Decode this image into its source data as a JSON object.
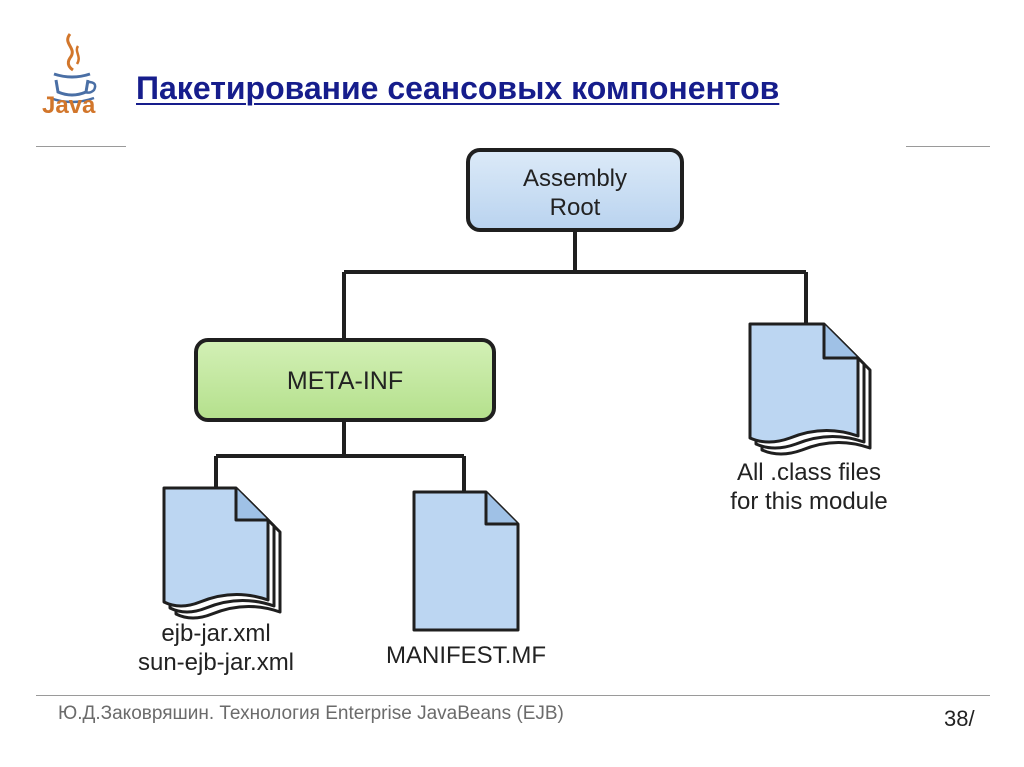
{
  "header": {
    "title": "Пакетирование сеансовых компонентов",
    "logo_text": "Java",
    "logo_icon": "java-coffee-cup-icon"
  },
  "diagram": {
    "root": {
      "line1": "Assembly",
      "line2": "Root"
    },
    "meta_inf": {
      "label": "META-INF"
    },
    "ejb_xml": {
      "line1": "ejb-jar.xml",
      "line2": "sun-ejb-jar.xml"
    },
    "manifest": {
      "label": "MANIFEST.MF"
    },
    "class_files": {
      "line1": "All .class files",
      "line2": "for this module"
    }
  },
  "footer": {
    "text": "Ю.Д.Заковряшин. Технология Enterprise JavaBeans (EJB)",
    "page": "38/"
  },
  "colors": {
    "title": "#161d8c",
    "root_box": "#c8def3",
    "meta_box": "#bfe69a",
    "document": "#bcd6f2",
    "logo": "#d2762b"
  }
}
